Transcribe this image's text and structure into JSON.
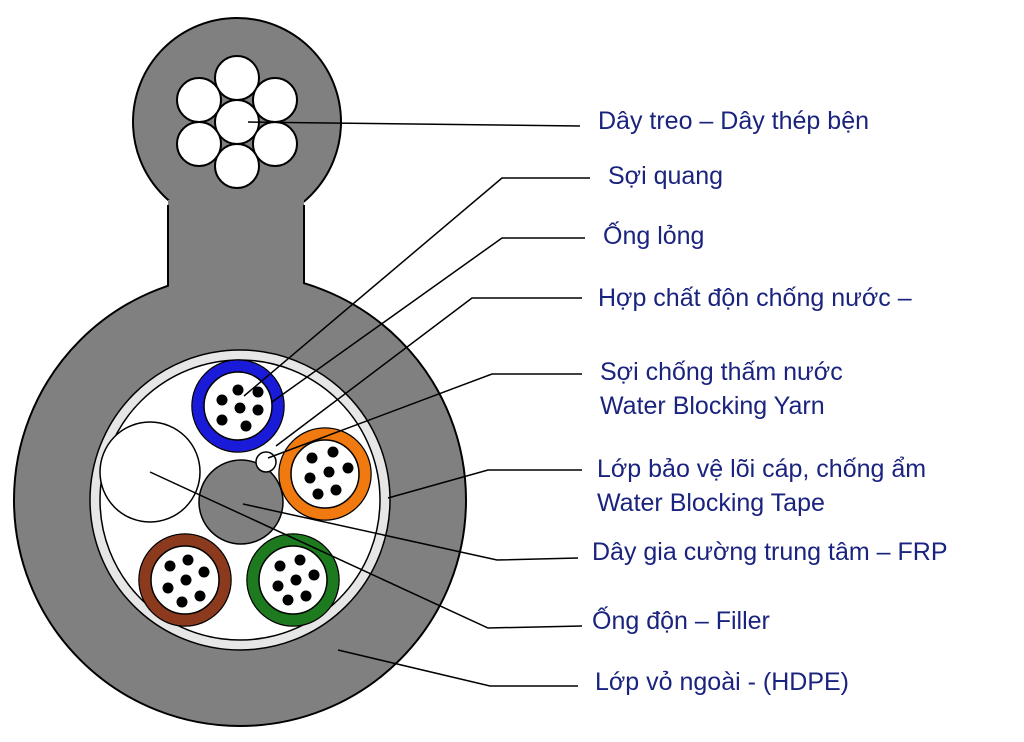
{
  "labels": {
    "messenger_wire": "Dây treo  – Dây thép bện",
    "optical_fiber": "Sợi quang",
    "loose_tube": "Ống lỏng",
    "water_blocking_compound": "Hợp chất độn chống nước –",
    "water_blocking_yarn_vi": "Sợi chống thấm nước",
    "water_blocking_yarn_en": "Water Blocking Yarn",
    "water_blocking_tape_vi": "Lớp bảo vệ lõi cáp, chống ẩm",
    "water_blocking_tape_en": "Water Blocking Tape",
    "central_strength_member": "Dây gia cường trung tâm – FRP",
    "filler": "Ống độn – Filler",
    "outer_sheath": "Lớp vỏ ngoài - (HDPE)"
  },
  "colors": {
    "sheath": "#808080",
    "core_fill": "#ffffff",
    "core_ring": "#e6e6e6",
    "frp": "#808080",
    "fiber_dot": "#000000",
    "tube_blue": "#1a1ad9",
    "tube_orange": "#f07a10",
    "tube_green": "#1e7a1e",
    "tube_brown": "#8b3a1e",
    "leader_line": "#000000",
    "label_text": "#1a237e"
  }
}
